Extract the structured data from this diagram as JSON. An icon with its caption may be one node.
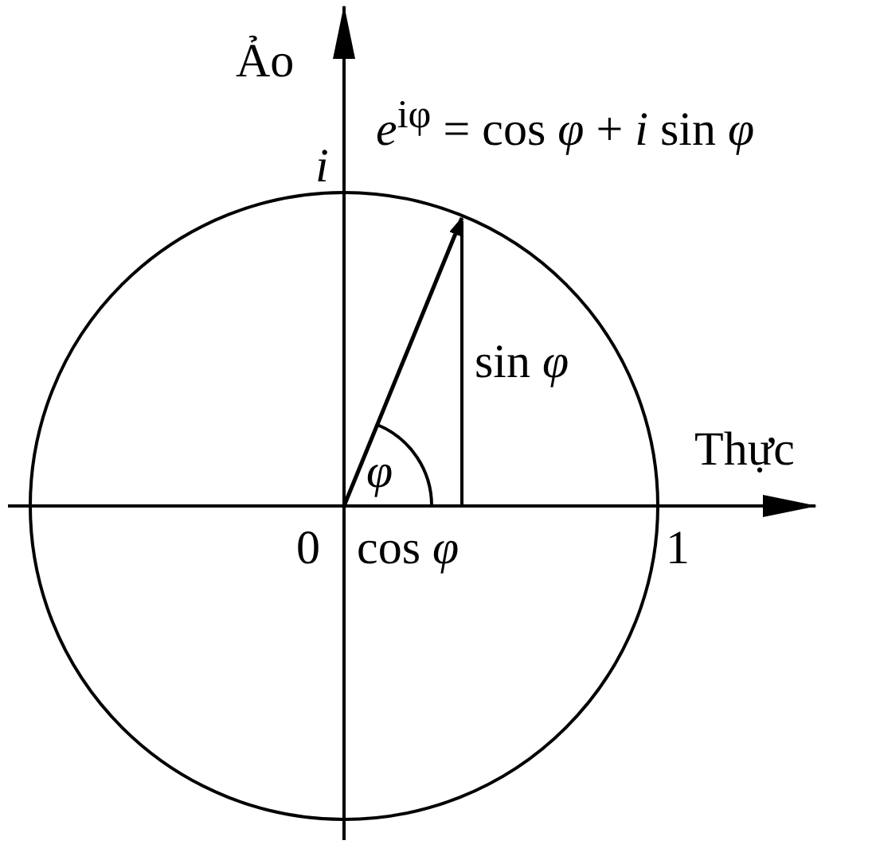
{
  "diagram": {
    "labels": [
      "Ảo",
      "*e*$^{iφ}$ = cos *φ* + *i* sin *φ*",
      "i",
      "sin *φ*",
      "Thực",
      "φ",
      "0",
      "cos *φ*",
      "1"
    ]
  }
}
